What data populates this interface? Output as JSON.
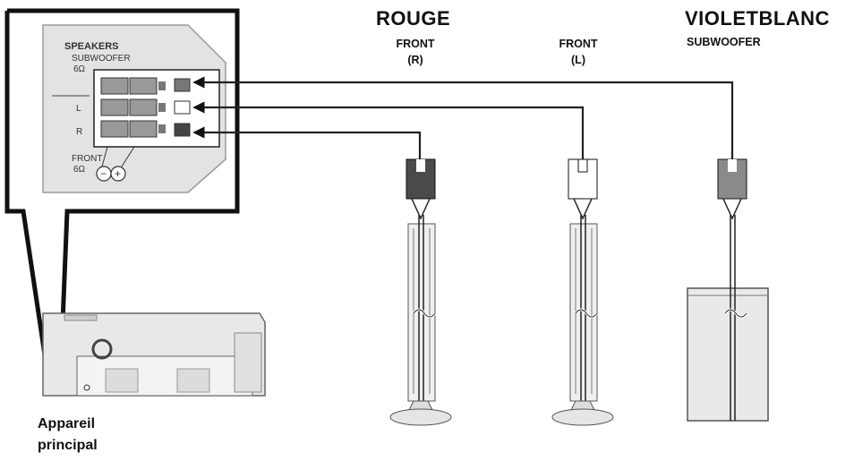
{
  "labels": {
    "color_rouge": "ROUGE",
    "color_violetblanc": "VIOLETBLANC",
    "front_r_line1": "FRONT",
    "front_r_line2": "(R)",
    "front_l_line1": "FRONT",
    "front_l_line2": "(L)",
    "subwoofer": "SUBWOOFER",
    "main_unit_line1": "Appareil",
    "main_unit_line2": "principal"
  },
  "panel": {
    "speakers": "SPEAKERS",
    "subwoofer": "SUBWOOFER",
    "sub_ohm": "6Ω",
    "left": "L",
    "right": "R",
    "front": "FRONT",
    "front_ohm": "6Ω",
    "minus": "−",
    "plus": "+"
  },
  "colors": {
    "red_connector": "#5a5a5a",
    "white_connector": "#ffffff",
    "violet_connector": "#8a8a8a",
    "line": "#222222"
  }
}
